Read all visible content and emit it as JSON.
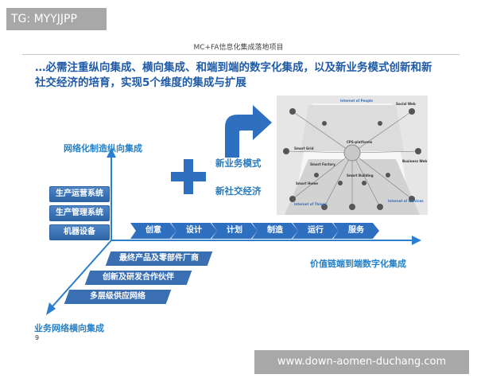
{
  "tag": "TG: MYYJJPP",
  "subtitle": "MC+FA信息化集成落地项目",
  "headline": "…必需注重纵向集成、横向集成、和端到端的数字化集成，以及新业务模式创新和新社交经济的培育，实现5个维度的集成与扩展",
  "vertical_axis_label": "网络化制造纵向集成",
  "horizontal_axis_label": "业务网络横向集成",
  "value_chain_label": "价值链端到端数字化集成",
  "new_business": "新业务模式",
  "new_social": "新社交经济",
  "vertical_boxes": [
    "生产运营系统",
    "生产管理系统",
    "机器设备"
  ],
  "value_chain_steps": [
    "创意",
    "设计",
    "计划",
    "制造",
    "运行",
    "服务"
  ],
  "horizontal_bars": [
    "最终产品及零部件厂商",
    "创新及研发合作伙伴",
    "多层级供应网络"
  ],
  "image": {
    "people": "Internet of People",
    "things": "Internet of Things",
    "services": "Internet of Services",
    "cps": "CPS-platforms",
    "social": "Social Web",
    "business": "Business Web",
    "grid": "Smart Grid",
    "factory": "Smart Factory",
    "building": "Smart Building",
    "home": "Smart Home"
  },
  "page_number": "9",
  "watermark": "www.down-aomen-duchang.com",
  "colors": {
    "blue": "#2f6fbf",
    "label_blue": "#2580c8",
    "headline_blue": "#1f5aa8"
  }
}
